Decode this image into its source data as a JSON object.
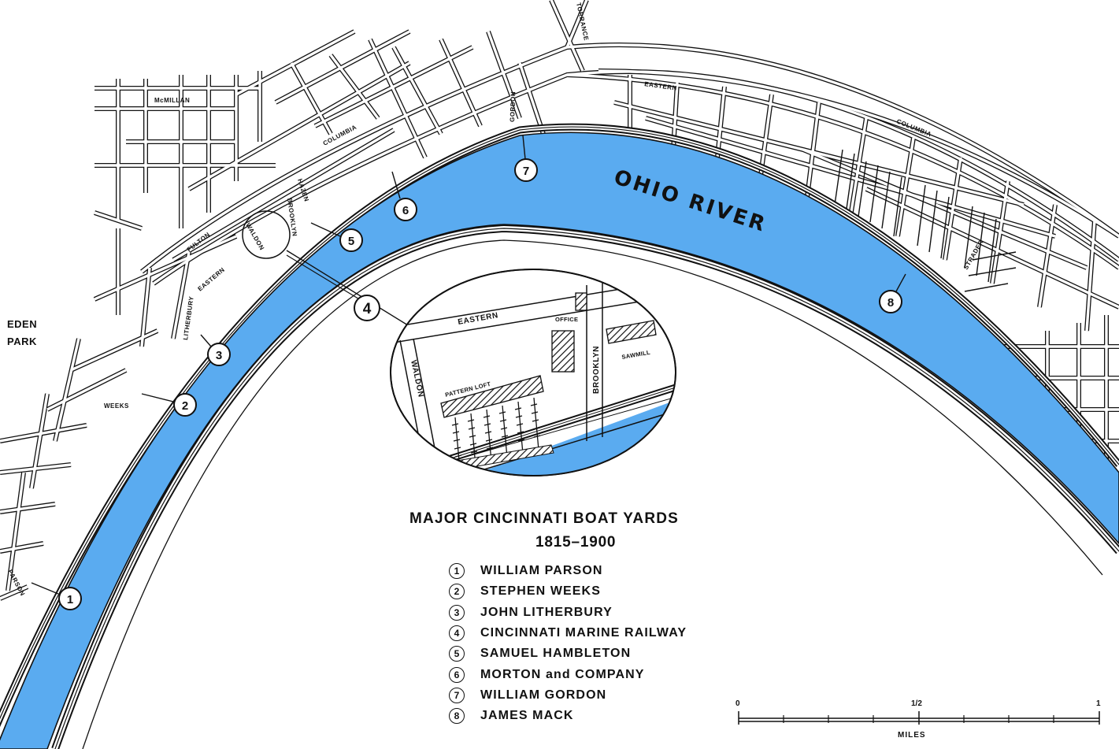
{
  "map": {
    "colors": {
      "river": "#5aabf0",
      "ink": "#111111",
      "paper": "#ffffff"
    },
    "river_label": "OHIO RIVER",
    "place_label_line1": "EDEN",
    "place_label_line2": "PARK",
    "streets": {
      "mcmillan": "McMILLAN",
      "columbia_west": "COLUMBIA",
      "columbia_east": "COLUMBIA",
      "eastern": "EASTERN",
      "eastern_west": "EASTERN",
      "fulton": "FULTON",
      "litherbury": "LITHERBURY",
      "weeks": "WEEKS",
      "parson": "PARSON",
      "gordon": "GORDON",
      "hazen": "HAZEN",
      "brooklyn": "BROOKLYN",
      "waldon": "WALDON",
      "torrance": "TORRANCE",
      "strader": "STRADER"
    },
    "markers": [
      "1",
      "2",
      "3",
      "4",
      "5",
      "6",
      "7",
      "8"
    ],
    "inset": {
      "eastern": "EASTERN",
      "waldon": "WALDON",
      "brooklyn": "BROOKLYN",
      "office": "OFFICE",
      "sawmill": "SAWMILL",
      "pattern_loft": "PATTERN LOFT"
    }
  },
  "title": {
    "line1": "MAJOR CINCINNATI BOAT  YARDS",
    "line2": "1815–1900"
  },
  "legend": [
    {
      "num": "1",
      "name": "WILLIAM PARSON"
    },
    {
      "num": "2",
      "name": "STEPHEN WEEKS"
    },
    {
      "num": "3",
      "name": "JOHN LITHERBURY"
    },
    {
      "num": "4",
      "name": "CINCINNATI MARINE  RAILWAY"
    },
    {
      "num": "5",
      "name": "SAMUEL HAMBLETON"
    },
    {
      "num": "6",
      "name": "MORTON and COMPANY"
    },
    {
      "num": "7",
      "name": "WILLIAM GORDON"
    },
    {
      "num": "8",
      "name": "JAMES MACK"
    }
  ],
  "scale": {
    "label_0": "0",
    "label_half": "1/2",
    "label_1": "1",
    "units": "MILES"
  }
}
